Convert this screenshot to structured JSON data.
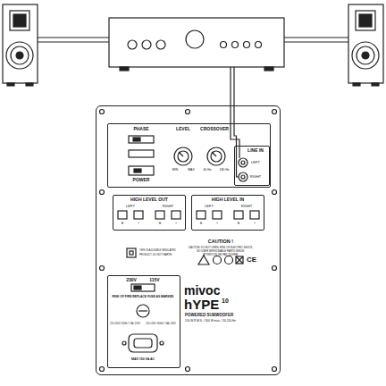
{
  "diagram": {
    "nodes": [
      {
        "text": [
          "mivoc",
          "hYPE",
          "10",
          "POWERED SUBWOOFER",
          "150 W R.M.S. / 300 W max. / 30-150 Hz"
        ]
      },
      {
        "text": [
          "PHASE",
          "LEVEL",
          "CROSSOVER",
          "POWER",
          "MIN",
          "MAX",
          "40 Hz",
          "180 Hz"
        ],
        "in": 0
      },
      {
        "text": [
          "LINE IN",
          "LEFT",
          "RIGHT"
        ],
        "in": 1
      },
      {
        "text": [
          "HIGH LEVEL OUT",
          "LEFT",
          "RIGHT",
          "+",
          "-",
          "+",
          "-"
        ],
        "in": 0
      },
      {
        "text": [
          "HIGH LEVEL IN",
          "LEFT",
          "RIGHT",
          "+",
          "-",
          "+",
          "-"
        ],
        "in": 0
      },
      {
        "text": [
          "230V",
          "115V",
          "RISK OF FIRE REPLACE FUSE AS MARKED",
          "220-240V~/50Hz T 2AL 250V",
          "110-120V~/60Hz T 4AL 250V",
          "MAX 150 VA AC"
        ],
        "in": 0
      }
    ],
    "labels": [
      "CAUTION !",
      "CAUTION: DO NOT OPEN. RISK OF ELECTRIC SHOCK.",
      "NO USER SERVICEABLE PARTS INSIDE.",
      "ATTENTION: NE PAS OUVRIR.",
      "THIS IS A DOUBLE INSULATED",
      "PRODUCT. DO NOT EARTH.",
      "CE"
    ]
  }
}
